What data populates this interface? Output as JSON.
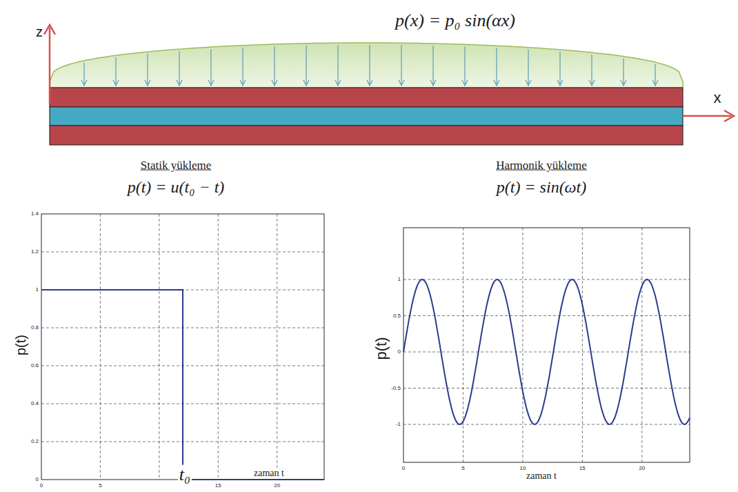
{
  "diagram": {
    "labels": [
      "p(x) = p₀ sin(αx)",
      "z",
      "x",
      "Statik yükleme",
      "p(t) = u(t₀ − t)",
      "Harmonik yükleme",
      "p(t) = sin(ωt)",
      "p(t)",
      "1.4",
      "1.2",
      "1",
      "0.8",
      "0.6",
      "0.4",
      "0.2",
      "0",
      "0",
      "5",
      "15",
      "20",
      "t₀",
      "zaman t",
      "p(t)",
      "1",
      "0.5",
      "0",
      "-0.5",
      "-1",
      "0",
      "5",
      "10",
      "15",
      "20",
      "zaman t"
    ]
  }
}
